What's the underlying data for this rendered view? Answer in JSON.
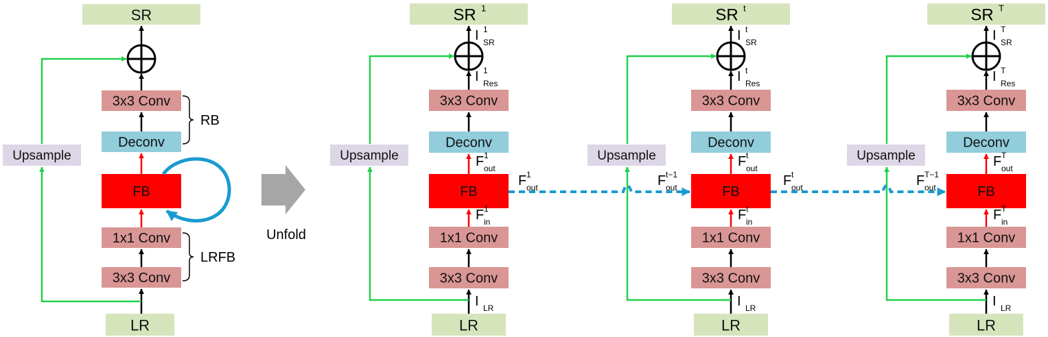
{
  "colors": {
    "io_box": "#d6e4bc",
    "conv_box": "#d99694",
    "deconv_box": "#92cddc",
    "fb_box": "#ff0000",
    "upsample_box": "#dcd6e6",
    "skip_line": "#21d14a",
    "feature_arrow": "#ff0000",
    "feedback_loop": "#1a9bd0",
    "unfold_arrow": "#a6a6a6",
    "default_arrow": "#000000"
  },
  "folded": {
    "output": "SR",
    "conv3x3_top": "3x3 Conv",
    "deconv": "Deconv",
    "fb": "FB",
    "conv1x1": "1x1 Conv",
    "conv3x3_bottom": "3x3 Conv",
    "input": "LR",
    "upsample": "Upsample",
    "group_rb": "RB",
    "group_lrfb": "LRFB"
  },
  "unfold_label": "Unfold",
  "steps": [
    {
      "output": "SR",
      "output_sup": "1",
      "i_sr": "I",
      "i_sr_sup": "1",
      "i_sr_sub": "SR",
      "i_res": "I",
      "i_res_sup": "1",
      "i_res_sub": "Res",
      "conv3x3_top": "3x3 Conv",
      "deconv": "Deconv",
      "f_out": "F",
      "f_out_sup": "1",
      "f_out_sub": "out",
      "fb": "FB",
      "f_in": "F",
      "f_in_sup": "1",
      "f_in_sub": "in",
      "conv1x1": "1x1 Conv",
      "conv3x3_bottom": "3x3 Conv",
      "i_lr": "I",
      "i_lr_sub": "LR",
      "input": "LR",
      "upsample": "Upsample",
      "link_label": "F",
      "link_sup": "1",
      "link_sub": "out"
    },
    {
      "output": "SR",
      "output_sup": "t",
      "i_sr": "I",
      "i_sr_sup": "t",
      "i_sr_sub": "SR",
      "i_res": "I",
      "i_res_sup": "t",
      "i_res_sub": "Res",
      "conv3x3_top": "3x3 Conv",
      "deconv": "Deconv",
      "f_out": "F",
      "f_out_sup": "t",
      "f_out_sub": "out",
      "fb": "FB",
      "f_in": "F",
      "f_in_sup": "t",
      "f_in_sub": "in",
      "conv1x1": "1x1 Conv",
      "conv3x3_bottom": "3x3 Conv",
      "i_lr": "I",
      "i_lr_sub": "LR",
      "input": "LR",
      "upsample": "Upsample",
      "prev_label": "F",
      "prev_sup": "t−1",
      "prev_sub": "out",
      "link_label": "F",
      "link_sup": "t",
      "link_sub": "out"
    },
    {
      "output": "SR",
      "output_sup": "T",
      "i_sr": "I",
      "i_sr_sup": "T",
      "i_sr_sub": "SR",
      "i_res": "I",
      "i_res_sup": "T",
      "i_res_sub": "Res",
      "conv3x3_top": "3x3 Conv",
      "deconv": "Deconv",
      "f_out": "F",
      "f_out_sup": "T",
      "f_out_sub": "out",
      "fb": "FB",
      "f_in": "F",
      "f_in_sup": "T",
      "f_in_sub": "in",
      "conv1x1": "1x1 Conv",
      "conv3x3_bottom": "3x3 Conv",
      "i_lr": "I",
      "i_lr_sub": "LR",
      "input": "LR",
      "upsample": "Upsample",
      "prev_label": "F",
      "prev_sup": "T−1",
      "prev_sub": "out"
    }
  ]
}
